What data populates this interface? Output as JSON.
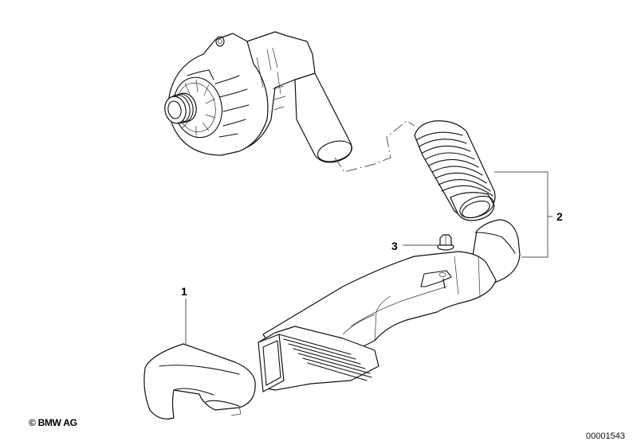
{
  "diagram": {
    "type": "exploded parts diagram",
    "subject": "alternator cooling air duct assembly",
    "background_color": "#ffffff",
    "line_color": "#111111",
    "callouts": [
      {
        "number": "1",
        "part": "air duct end cap / intake boot"
      },
      {
        "number": "2",
        "part": "bellows hose and air duct assembly"
      },
      {
        "number": "3",
        "part": "hex flange nut"
      }
    ],
    "illustrated_parts": [
      {
        "name": "alternator"
      },
      {
        "name": "bellows hose"
      },
      {
        "name": "air duct"
      },
      {
        "name": "hex nut"
      },
      {
        "name": "end cap"
      }
    ]
  },
  "footer": {
    "copyright": "© BMW AG",
    "document_number": "00001543"
  }
}
